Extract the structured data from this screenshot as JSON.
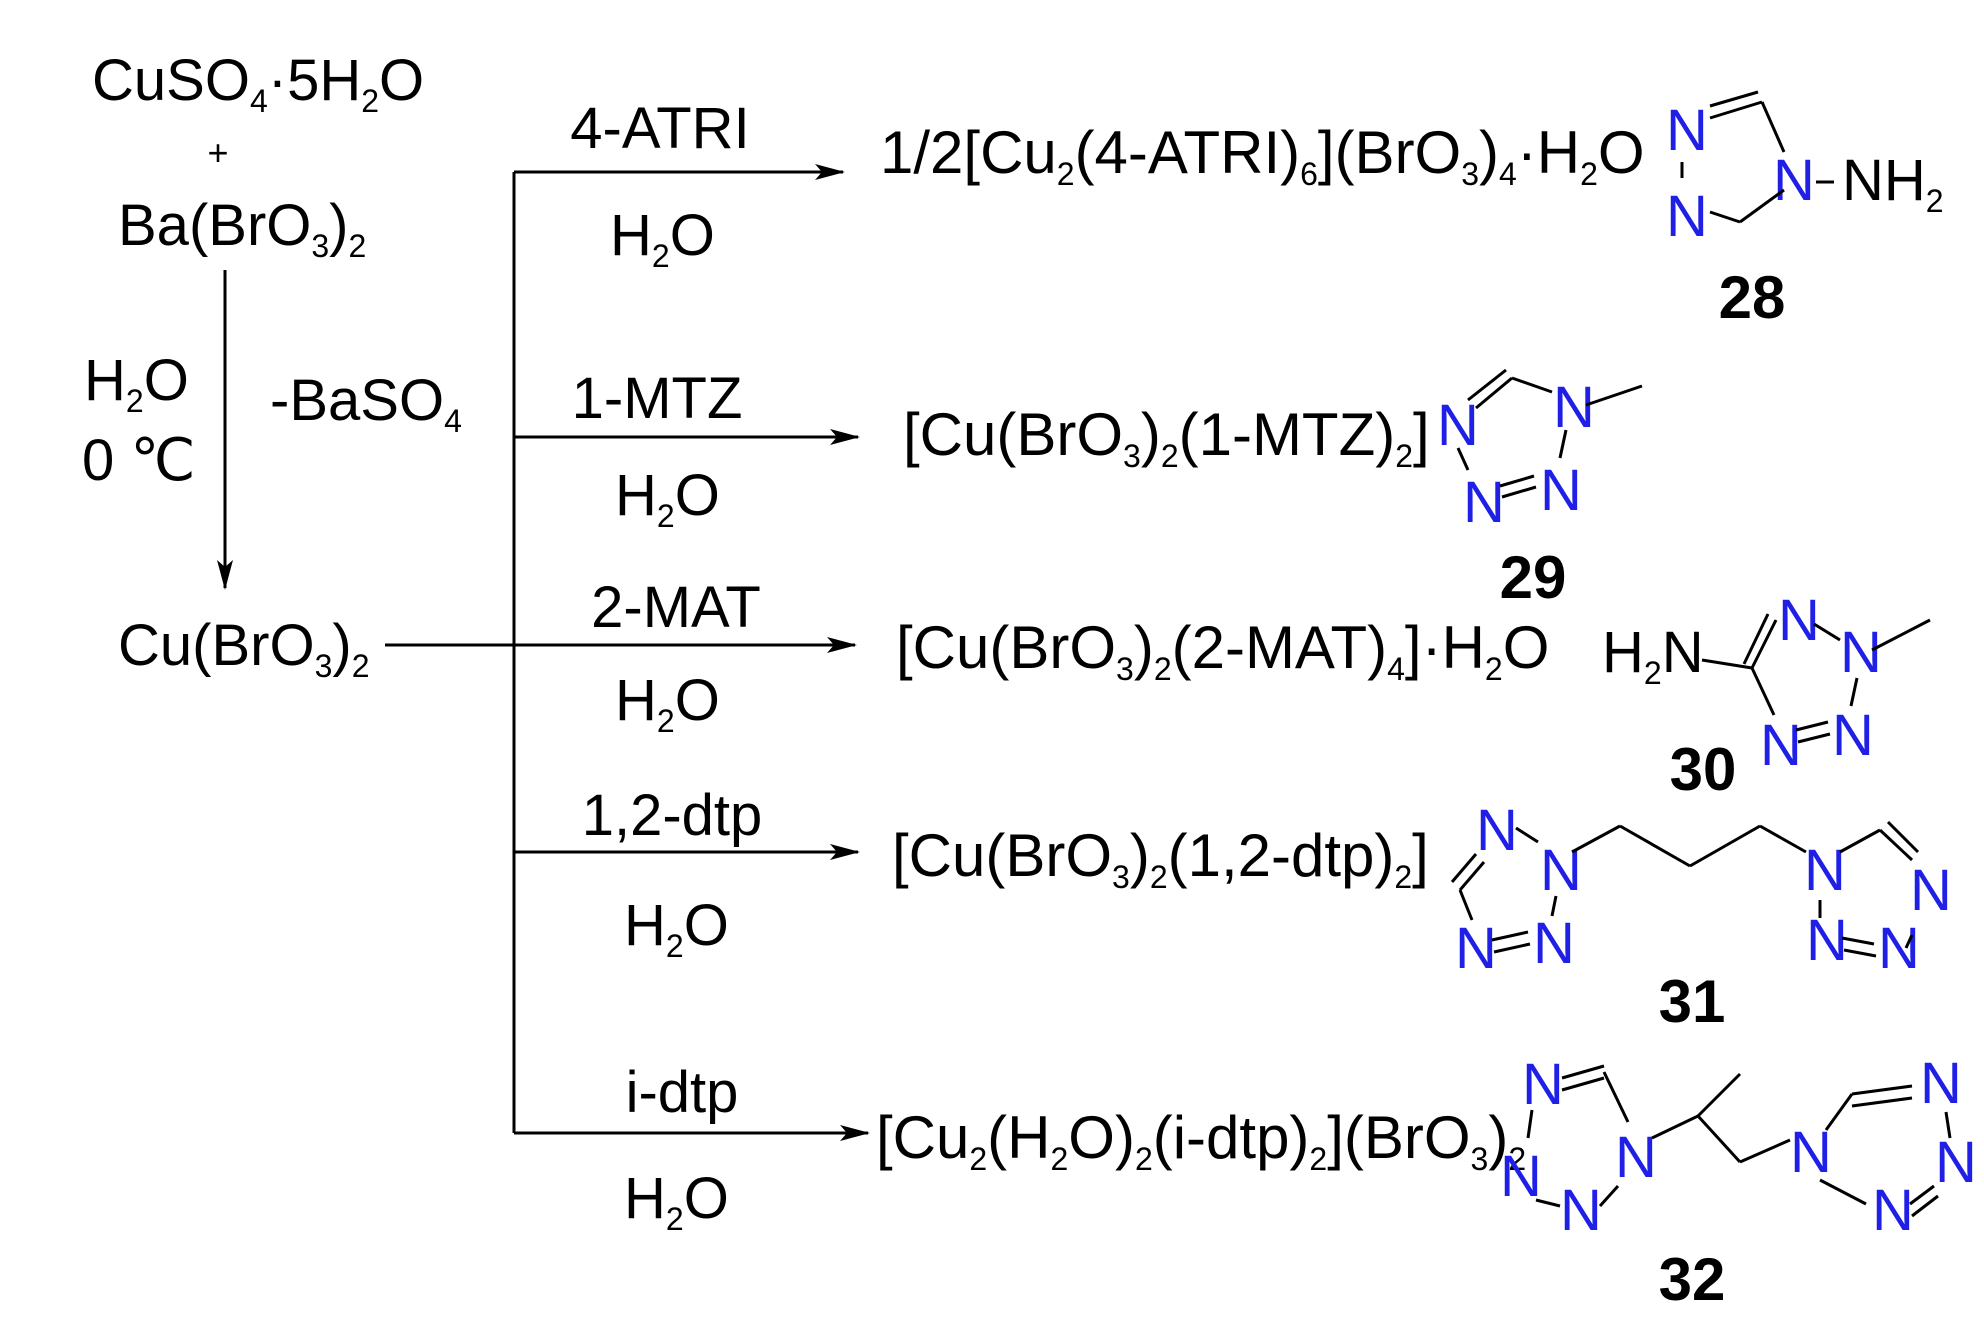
{
  "reactants": {
    "copper_sulfate": "CuSO4·5H2O",
    "plus": "+",
    "barium_bromate": "Ba(BrO3)2"
  },
  "first_step": {
    "solvent": "H2O",
    "temperature": "0 ℃",
    "byproduct": "-BaSO4"
  },
  "intermediate": "Cu(BrO3)2",
  "branches": [
    {
      "ligand": "4-ATRI",
      "solvent": "H2O",
      "product": "1/2[Cu2(4-ATRI)6](BrO3)4·H2O",
      "compound_number": "28",
      "structure_labels": [
        "N",
        "N",
        "N",
        "NH2"
      ]
    },
    {
      "ligand": "1-MTZ",
      "solvent": "H2O",
      "product": "[Cu(BrO3)2(1-MTZ)2]",
      "compound_number": "29",
      "structure_labels": [
        "N",
        "N",
        "N",
        "N"
      ]
    },
    {
      "ligand": "2-MAT",
      "solvent": "H2O",
      "product": "[Cu(BrO3)2(2-MAT)4]·H2O",
      "compound_number": "30",
      "structure_labels": [
        "H2N",
        "N",
        "N",
        "N",
        "N"
      ]
    },
    {
      "ligand": "1,2-dtp",
      "solvent": "H2O",
      "product": "[Cu(BrO3)2(1,2-dtp)2]",
      "compound_number": "31",
      "structure_labels": [
        "N",
        "N",
        "N",
        "N",
        "N",
        "N",
        "N",
        "N"
      ]
    },
    {
      "ligand": "i-dtp",
      "solvent": "H2O",
      "product": "[Cu2(H2O)2(i-dtp)2](BrO3)2",
      "compound_number": "32",
      "structure_labels": [
        "N",
        "N",
        "N",
        "N",
        "N",
        "N",
        "N",
        "N"
      ]
    }
  ],
  "colors": {
    "ring_atom": "#1f1fe6",
    "text": "#000000"
  }
}
